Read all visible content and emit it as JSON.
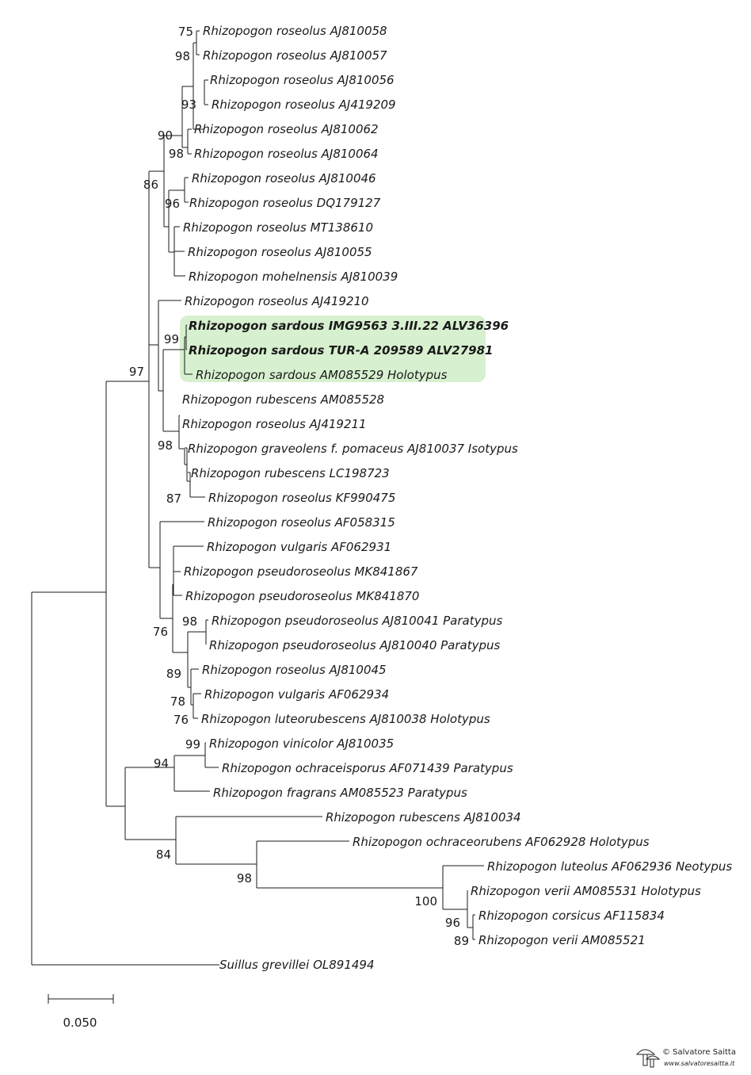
{
  "taxa": [
    {
      "id": "t1",
      "label": "Rhizopogon roseolus AJ810058"
    },
    {
      "id": "t2",
      "label": "Rhizopogon roseolus AJ810057"
    },
    {
      "id": "t3",
      "label": "Rhizopogon roseolus AJ810056"
    },
    {
      "id": "t4",
      "label": "Rhizopogon roseolus AJ419209"
    },
    {
      "id": "t5",
      "label": "Rhizopogon roseolus AJ810062"
    },
    {
      "id": "t6",
      "label": "Rhizopogon roseolus AJ810064"
    },
    {
      "id": "t7",
      "label": "Rhizopogon roseolus AJ810046"
    },
    {
      "id": "t8",
      "label": "Rhizopogon roseolus DQ179127"
    },
    {
      "id": "t9",
      "label": "Rhizopogon roseolus MT138610"
    },
    {
      "id": "t10",
      "label": "Rhizopogon roseolus AJ810055"
    },
    {
      "id": "t11",
      "label": "Rhizopogon mohelnensis AJ810039"
    },
    {
      "id": "t12",
      "label": "Rhizopogon roseolus AJ419210"
    },
    {
      "id": "t13",
      "label": "Rhizopogon sardous IMG9563 3.III.22  ALV36396",
      "bold": true
    },
    {
      "id": "t14",
      "label": "Rhizopogon sardous TUR-A 209589 ALV27981",
      "bold": true
    },
    {
      "id": "t15",
      "label": "Rhizopogon sardous AM085529 Holotypus"
    },
    {
      "id": "t16",
      "label": "Rhizopogon rubescens AM085528"
    },
    {
      "id": "t17",
      "label": "Rhizopogon roseolus AJ419211"
    },
    {
      "id": "t18",
      "label": "Rhizopogon graveolens f. pomaceus AJ810037 Isotypus"
    },
    {
      "id": "t19",
      "label": "Rhizopogon rubescens LC198723"
    },
    {
      "id": "t20",
      "label": "Rhizopogon roseolus KF990475"
    },
    {
      "id": "t21",
      "label": "Rhizopogon roseolus AF058315"
    },
    {
      "id": "t22",
      "label": "Rhizopogon vulgaris AF062931"
    },
    {
      "id": "t23",
      "label": "Rhizopogon pseudoroseolus MK841867"
    },
    {
      "id": "t24",
      "label": "Rhizopogon pseudoroseolus MK841870"
    },
    {
      "id": "t25",
      "label": "Rhizopogon pseudoroseolus AJ810041 Paratypus"
    },
    {
      "id": "t26",
      "label": "Rhizopogon pseudoroseolus AJ810040 Paratypus"
    },
    {
      "id": "t27",
      "label": "Rhizopogon roseolus AJ810045"
    },
    {
      "id": "t28",
      "label": "Rhizopogon vulgaris AF062934"
    },
    {
      "id": "t29",
      "label": "Rhizopogon luteorubescens AJ810038 Holotypus"
    },
    {
      "id": "t30",
      "label": "Rhizopogon vinicolor AJ810035"
    },
    {
      "id": "t31",
      "label": "Rhizopogon ochraceisporus AF071439 Paratypus"
    },
    {
      "id": "t32",
      "label": "Rhizopogon fragrans AM085523 Paratypus"
    },
    {
      "id": "t33",
      "label": "Rhizopogon rubescens AJ810034"
    },
    {
      "id": "t34",
      "label": "Rhizopogon ochraceorubens AF062928 Holotypus"
    },
    {
      "id": "t35",
      "label": "Rhizopogon luteolus AF062936 Neotypus"
    },
    {
      "id": "t36",
      "label": "Rhizopogon verii AM085531 Holotypus"
    },
    {
      "id": "t37",
      "label": "Rhizopogon corsicus AF115834"
    },
    {
      "id": "t38",
      "label": "Rhizopogon verii AM085521"
    },
    {
      "id": "t39",
      "label": "Suillus grevillei OL891494"
    }
  ],
  "bootstrap": [
    "75",
    "98",
    "93",
    "90",
    "98",
    "86",
    "96",
    "99",
    "97",
    "98",
    "87",
    "98",
    "76",
    "89",
    "78",
    "76",
    "99",
    "94",
    "84",
    "98",
    "100",
    "96",
    "89"
  ],
  "scale_bar": {
    "label": "0.050"
  },
  "highlight_color": "#d7f0cf",
  "watermark": {
    "name": "© Salvatore Saitta",
    "url": "www.salvatoresaitta.it"
  }
}
